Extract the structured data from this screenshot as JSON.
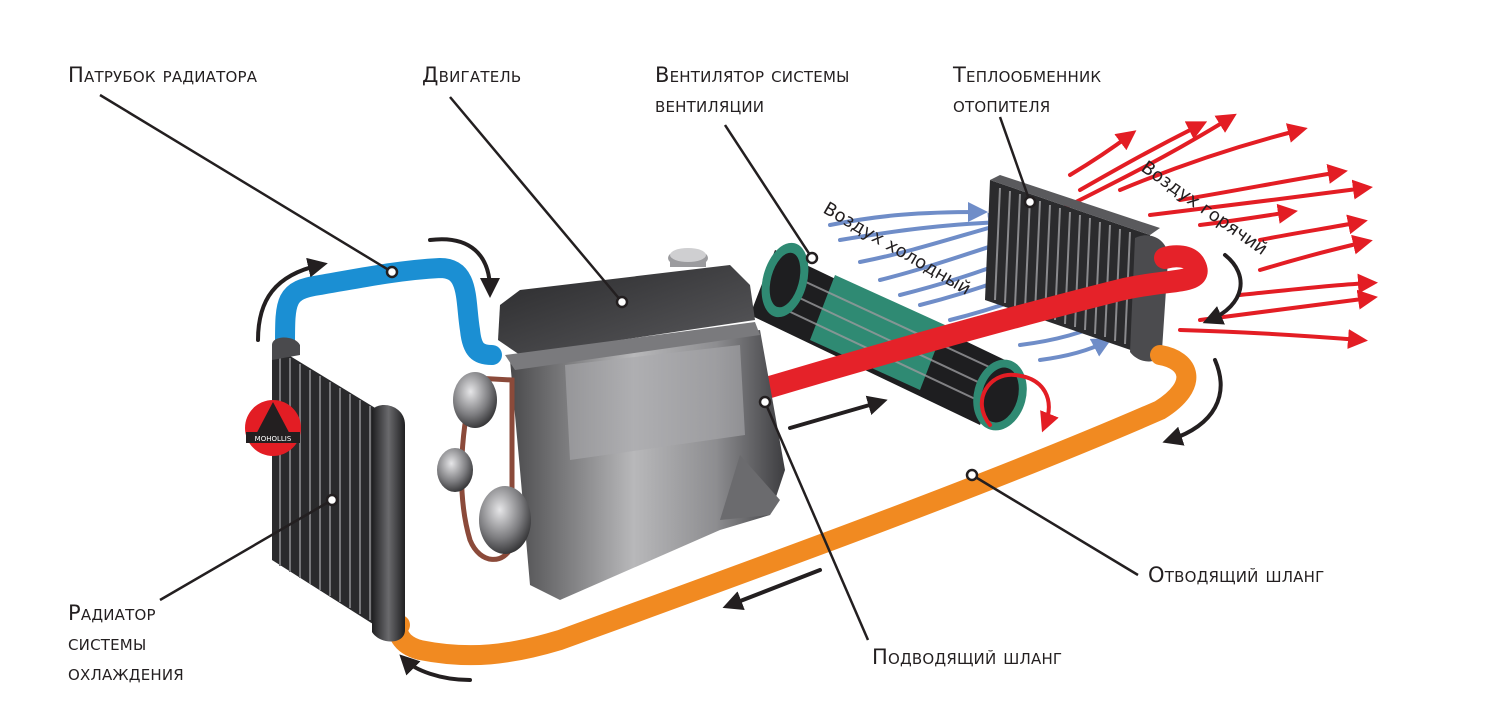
{
  "labels": {
    "radiator_hose": "Патрубок радиатора",
    "engine": "Двигатель",
    "fan_line1": "Вентилятор системы",
    "fan_line2": "вентиляции",
    "heater_line1": "Теплообменник",
    "heater_line2": "отопителя",
    "outlet_hose": "Отводящий шланг",
    "inlet_hose": "Подводящий шланг",
    "radiator_line1": "Радиатор",
    "radiator_line2": "системы",
    "radiator_line3": "охлаждения"
  },
  "air": {
    "cold": "Воздух холодный",
    "hot": "Воздух горячий"
  },
  "logo_text": "MOHOLLIS",
  "colors": {
    "cold_hose": "#1b8fd3",
    "hot_hose": "#e52229",
    "return_hose": "#f18a21",
    "hot_air": "#e31d24",
    "cold_air": "#6f8dc8",
    "fan_drum": "#2f8a73",
    "metal_dark": "#3a3a3c"
  }
}
